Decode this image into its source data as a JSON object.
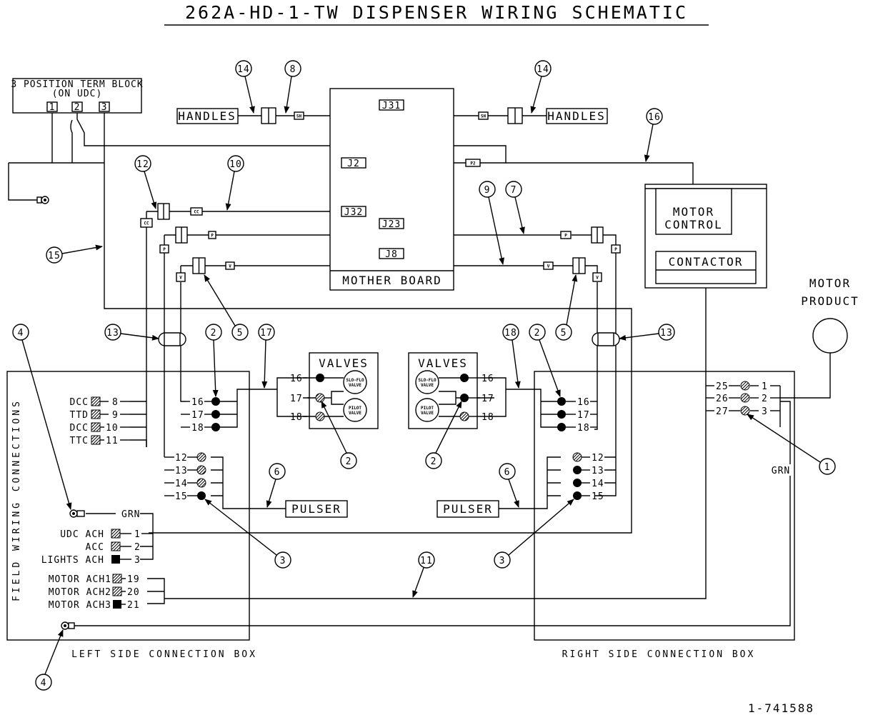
{
  "title": "262A-HD-1-TW DISPENSER WIRING SCHEMATIC",
  "drawing_number": "1-741588",
  "term_block": {
    "line1": "3 POSITION TERM BLOCK",
    "line2": "(ON UDC)",
    "pins": [
      "1",
      "2",
      "3"
    ]
  },
  "handles_left": "HANDLES",
  "handles_right": "HANDLES",
  "mother_board": "MOTHER BOARD",
  "connectors": {
    "j31": "J31",
    "j2": "J2",
    "j32": "J32",
    "j23": "J23",
    "j8": "J8"
  },
  "tags": {
    "sh": "SH",
    "p2": "P2",
    "cc": "CC",
    "p": "P",
    "v": "V"
  },
  "motor_control": {
    "line1": "MOTOR",
    "line2": "CONTROL"
  },
  "contactor": "CONTACTOR",
  "motor_product": {
    "line1": "MOTOR",
    "line2": "PRODUCT"
  },
  "valves_left": {
    "title": "VALVES",
    "slo": [
      "SLO-FLO",
      "VALVE"
    ],
    "pilot": [
      "PILOT",
      "VALVE"
    ],
    "pins": [
      "16",
      "17",
      "18"
    ]
  },
  "valves_right": {
    "title": "VALVES",
    "slo": [
      "SLO-FLO",
      "VALVE"
    ],
    "pilot": [
      "PILOT",
      "VALVE"
    ],
    "pins": [
      "16",
      "17",
      "18"
    ]
  },
  "left_box": {
    "label": "LEFT SIDE CONNECTION BOX",
    "vertical_label": "FIELD WIRING CONNECTIONS",
    "valve_pins": [
      "16",
      "17",
      "18"
    ],
    "pulser_pins": [
      "12",
      "13",
      "14",
      "15"
    ],
    "field_rows": [
      {
        "name": "DCC",
        "num": "8"
      },
      {
        "name": "TTD",
        "num": "9"
      },
      {
        "name": "DCC",
        "num": "10"
      },
      {
        "name": "TTC",
        "num": "11"
      }
    ],
    "grn": "GRN",
    "power_rows": [
      {
        "name": "UDC ACH",
        "num": "1"
      },
      {
        "name": "ACC",
        "num": "2"
      },
      {
        "name": "LIGHTS ACH",
        "num": "3"
      }
    ],
    "motor_rows": [
      {
        "name": "MOTOR ACH1",
        "num": "19"
      },
      {
        "name": "MOTOR ACH2",
        "num": "20"
      },
      {
        "name": "MOTOR ACH3",
        "num": "21"
      }
    ]
  },
  "right_box": {
    "label": "RIGHT SIDE CONNECTION BOX",
    "valve_pins": [
      "16",
      "17",
      "18"
    ],
    "pulser_pins": [
      "12",
      "13",
      "14",
      "15"
    ],
    "motor_rows": [
      {
        "left": "25",
        "right": "1"
      },
      {
        "left": "26",
        "right": "2"
      },
      {
        "left": "27",
        "right": "3"
      }
    ],
    "grn": "GRN"
  },
  "pulser_left": "PULSER",
  "pulser_right": "PULSER",
  "callouts": {
    "c1": "1",
    "c2": "2",
    "c3": "3",
    "c4": "4",
    "c5": "5",
    "c6": "6",
    "c7": "7",
    "c8": "8",
    "c9": "9",
    "c10": "10",
    "c11": "11",
    "c12": "12",
    "c13": "13",
    "c14": "14",
    "c15": "15",
    "c16": "16",
    "c17": "17",
    "c18": "18"
  }
}
